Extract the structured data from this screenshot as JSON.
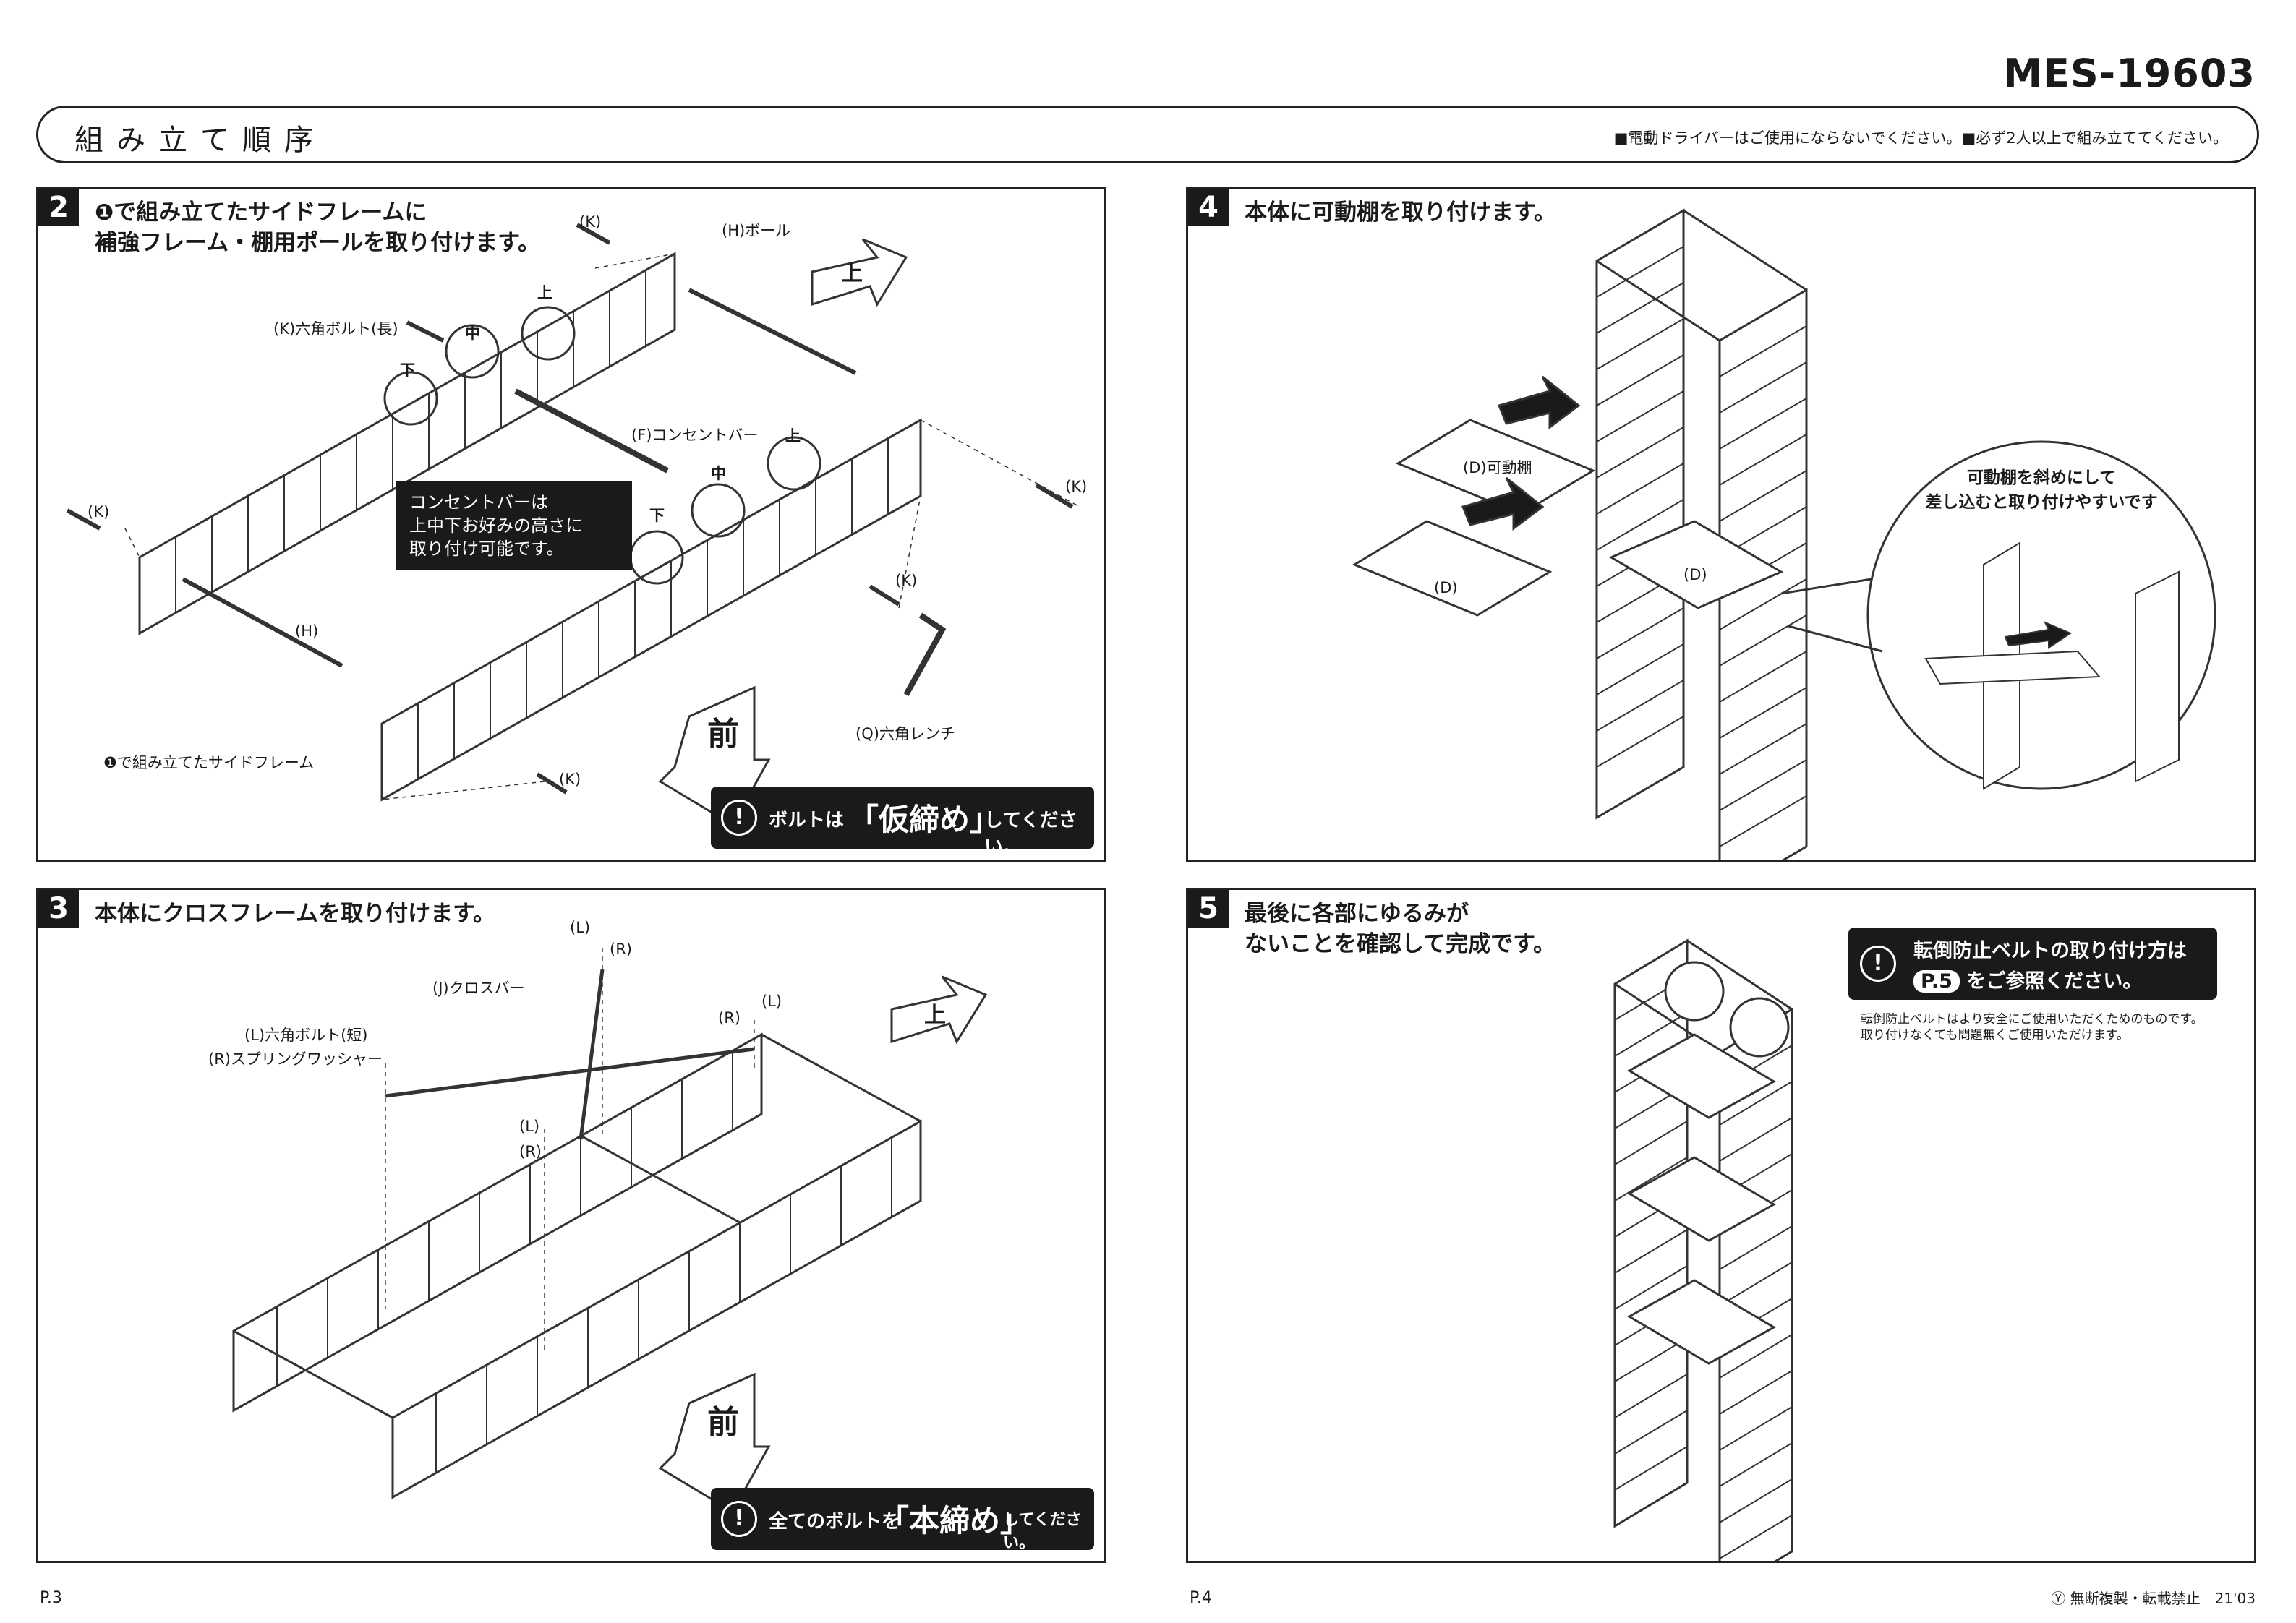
{
  "header": {
    "model": "MES-19603",
    "title": "組み立て順序",
    "note": "■電動ドライバーはご使用にならないでください。■必ず2人以上で組み立ててください。"
  },
  "step2": {
    "number": "2",
    "title_line1": "❶で組み立てたサイドフレームに",
    "title_line2": "補強フレーム・棚用ポールを取り付けます。",
    "label_k": "(K)",
    "label_k_bolt_long": "(K)六角ボルト(長)",
    "label_h_pole": "(H)ボール",
    "label_h": "(H)",
    "label_f": "(F)コンセントバー",
    "label_q": "(Q)六角レンチ",
    "label_side_frame": "❶で組み立てたサイドフレーム",
    "pos_top": "上",
    "pos_mid": "中",
    "pos_bottom": "下",
    "callout_line1": "コンセントバーは",
    "callout_line2": "上中下お好みの高さに",
    "callout_line3": "取り付け可能です。",
    "arrow_up": "上",
    "arrow_front": "前",
    "warn_icon": "!",
    "warn_pre": "ボルトは",
    "warn_big": "「仮締め」",
    "warn_post": "してください。"
  },
  "step3": {
    "number": "3",
    "title": "本体にクロスフレームを取り付けます。",
    "label_l": "(L)",
    "label_r": "(R)",
    "label_j": "(J)クロスバー",
    "label_l_bolt": "(L)六角ボルト(短)",
    "label_r_washer": "(R)スプリングワッシャー",
    "arrow_up": "上",
    "arrow_front": "前",
    "warn_icon": "!",
    "warn_pre": "全てのボルトを",
    "warn_big": "「本締め」",
    "warn_post": "してください。"
  },
  "step4": {
    "number": "4",
    "title": "本体に可動棚を取り付けます。",
    "label_d_shelf": "(D)可動棚",
    "label_d": "(D)",
    "tip_line1": "可動棚を斜めにして",
    "tip_line2": "差し込むと取り付けやすいです"
  },
  "step5": {
    "number": "5",
    "title_line1": "最後に各部にゆるみが",
    "title_line2": "ないことを確認して完成です。",
    "warn_icon": "!",
    "belt_line1": "転倒防止ベルトの取り付け方は",
    "belt_ref": "P.5",
    "belt_line2": "をご参照ください。",
    "belt_note1": "転倒防止ベルトはより安全にご使用いただくためのものです。",
    "belt_note2": "取り付けなくても問題無くご使用いただけます。"
  },
  "footer": {
    "page_left": "P.3",
    "page_right": "P.4",
    "copyright": "Ⓨ 無断複製・転載禁止　21'03"
  }
}
